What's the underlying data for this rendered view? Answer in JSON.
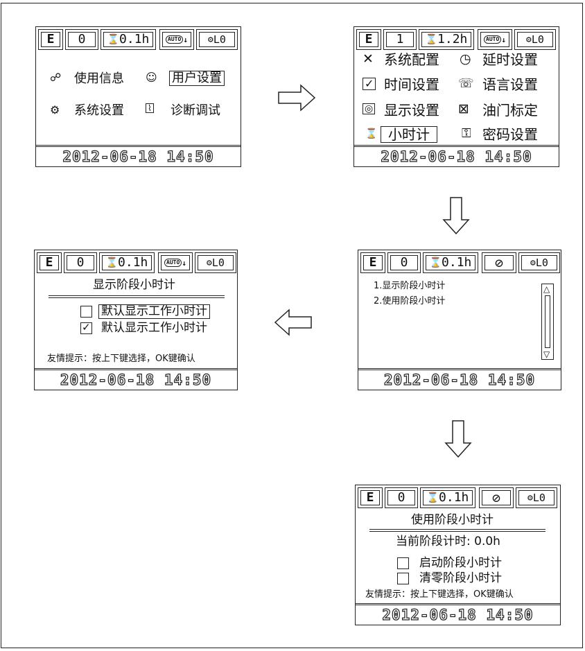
{
  "screens": {
    "main_menu": {
      "status": {
        "mode": "E",
        "count": "0",
        "hours": "0.1h",
        "auto": "AUTO",
        "level": "L0"
      },
      "menu": [
        "使用信息",
        "用户设置",
        "系统设置",
        "诊断调试"
      ],
      "date": "2012-06-18  14:50"
    },
    "user_settings": {
      "status": {
        "mode": "E",
        "count": "1",
        "hours": "1.2h",
        "auto": "AUTO",
        "level": "L0"
      },
      "menu": [
        "系统配置",
        "延时设置",
        "时间设置",
        "语言设置",
        "显示设置",
        "油门标定",
        "小时计",
        "密码设置"
      ],
      "date": "2012-06-18  14:50"
    },
    "hour_meter_list": {
      "status": {
        "mode": "E",
        "count": "0",
        "hours": "0.1h",
        "level": "L0"
      },
      "items": [
        "1.显示阶段小时计",
        "2.使用阶段小时计"
      ],
      "date": "2012-06-18  14:50"
    },
    "display_stage": {
      "status": {
        "mode": "E",
        "count": "0",
        "hours": "0.1h",
        "auto": "AUTO",
        "level": "L0"
      },
      "title": "显示阶段小时计",
      "options": [
        "默认显示工作小时计",
        "默认显示工作小时计"
      ],
      "hint": "友情提示：按上下键选择，OK键确认",
      "date": "2012-06-18  14:50"
    },
    "usage_stage": {
      "status": {
        "mode": "E",
        "count": "0",
        "hours": "0.1h",
        "level": "L0"
      },
      "title": "使用阶段小时计",
      "current": "当前阶段计时: 0.0h",
      "options": [
        "启动阶段小时计",
        "清零阶段小时计"
      ],
      "hint": "友情提示：按上下键选择，OK键确认",
      "date": "2012-06-18  14:50"
    }
  }
}
